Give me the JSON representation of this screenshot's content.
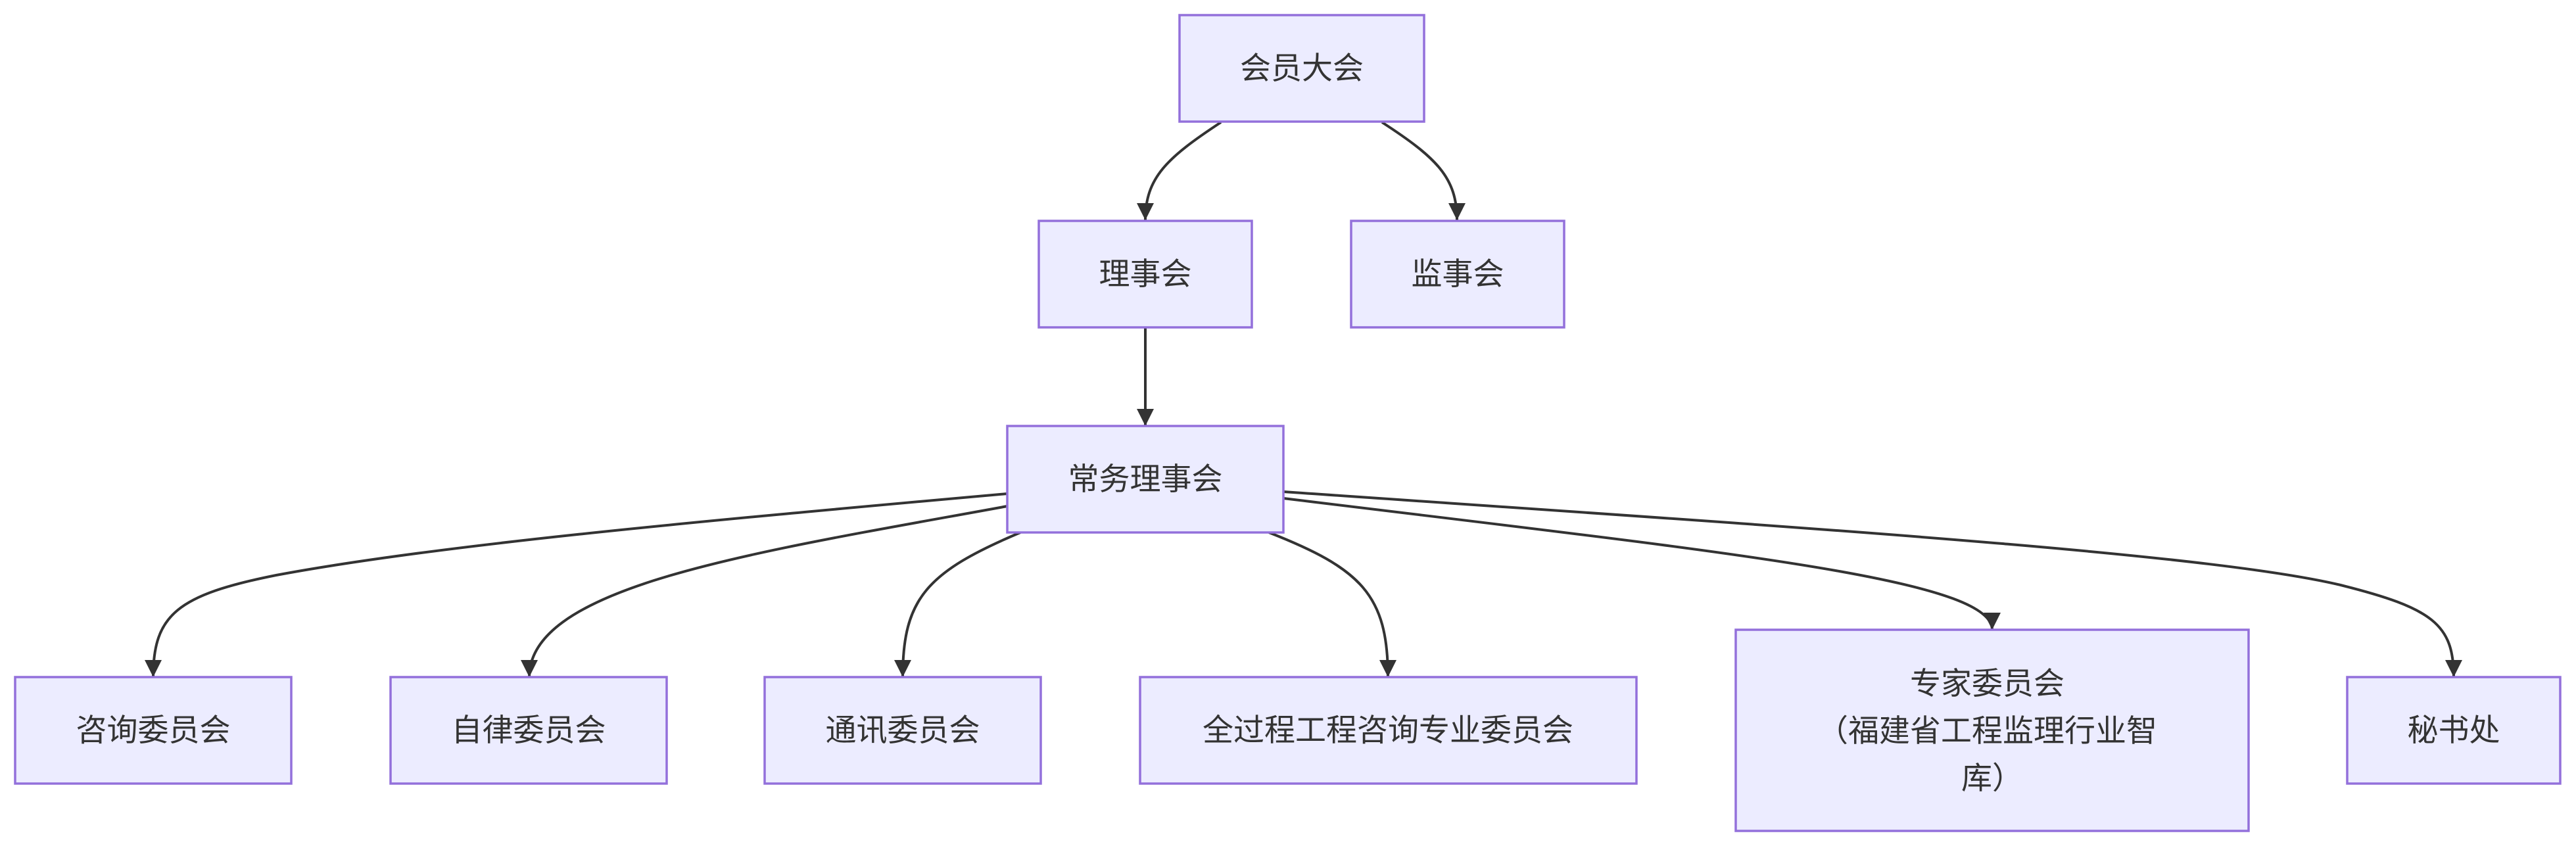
{
  "diagram": {
    "nodes": [
      {
        "id": "general_assembly",
        "lines": [
          "会员大会"
        ]
      },
      {
        "id": "council",
        "lines": [
          "理事会"
        ]
      },
      {
        "id": "supervisory_board",
        "lines": [
          "监事会"
        ]
      },
      {
        "id": "standing_council",
        "lines": [
          "常务理事会"
        ]
      },
      {
        "id": "consulting_committee",
        "lines": [
          "咨询委员会"
        ]
      },
      {
        "id": "self_discipline_committee",
        "lines": [
          "自律委员会"
        ]
      },
      {
        "id": "communication_committee",
        "lines": [
          "通讯委员会"
        ]
      },
      {
        "id": "whole_process_committee",
        "lines": [
          "全过程工程咨询专业委员会"
        ]
      },
      {
        "id": "expert_committee",
        "lines": [
          "专家委员会",
          "（福建省工程监理行业智",
          "库）"
        ]
      },
      {
        "id": "secretariat",
        "lines": [
          "秘书处"
        ]
      }
    ],
    "edges": [
      {
        "from": "general_assembly",
        "to": "council"
      },
      {
        "from": "general_assembly",
        "to": "supervisory_board"
      },
      {
        "from": "council",
        "to": "standing_council"
      },
      {
        "from": "standing_council",
        "to": "consulting_committee"
      },
      {
        "from": "standing_council",
        "to": "self_discipline_committee"
      },
      {
        "from": "standing_council",
        "to": "communication_committee"
      },
      {
        "from": "standing_council",
        "to": "whole_process_committee"
      },
      {
        "from": "standing_council",
        "to": "expert_committee"
      },
      {
        "from": "standing_council",
        "to": "secretariat"
      }
    ]
  }
}
